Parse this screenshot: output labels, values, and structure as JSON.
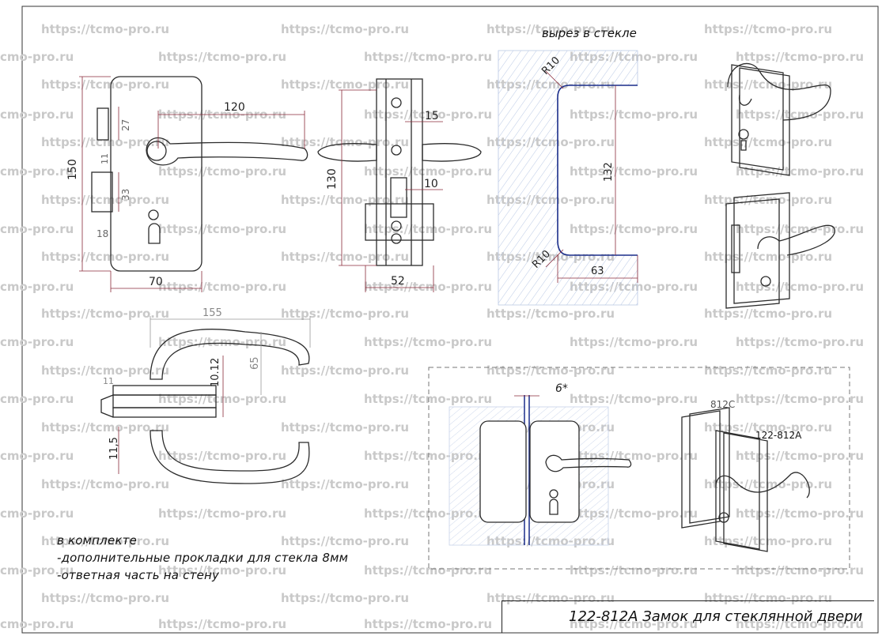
{
  "watermark": {
    "text_long": "https://tcmo-pro.ru",
    "text_short": "cmo-pro.ru"
  },
  "front_view": {
    "dims": {
      "width": "70",
      "height": "150",
      "lever_length": "120",
      "top_slot": "27",
      "top_slot_w": "11",
      "mid_slot": "33",
      "bottom_w": "18"
    }
  },
  "side_view": {
    "dims": {
      "height": "130",
      "depth": "52",
      "top_w": "15",
      "gap": "10"
    }
  },
  "cutout": {
    "title": "вырез в стекле",
    "dims": {
      "r_top": "R10",
      "r_bottom": "R10",
      "height": "132",
      "depth": "63"
    }
  },
  "plan_view": {
    "dims": {
      "length": "155",
      "reach": "65",
      "glass": "10.12",
      "offset": "11",
      "thickness": "11,5"
    }
  },
  "assembly": {
    "gap_label": "6*",
    "part_a_label": "812С",
    "part_b_label": "122-812А"
  },
  "kit_notes": {
    "heading": "в комплекте",
    "items": [
      "-дополнительные прокладки для стекла 8мм",
      "-ответная часть на стену"
    ]
  },
  "title_block": {
    "title": "122-812А  Замок для стеклянной двери"
  },
  "colors": {
    "line": "#2b2b2b",
    "dimension": "#8a2a3a",
    "glass_hatch": "#9fb3d8",
    "cutout_edge": "#1a2d8a",
    "watermark": "#c8c8c8"
  }
}
